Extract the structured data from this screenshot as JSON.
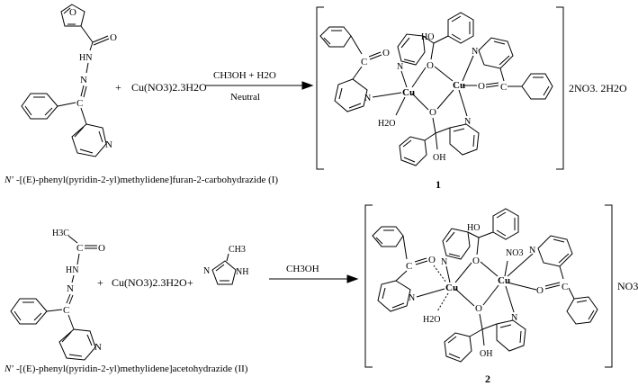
{
  "reaction1": {
    "reagent": "Cu(NO3)2.3H2O",
    "plus": "+",
    "conditions_top": "CH3OH + H2O",
    "conditions_bottom": "Neutral",
    "counter_ions": "2NO3. 2H2O",
    "product_number": "1",
    "ligand_caption_italic": "N'",
    "ligand_caption_rest": "-[(E)-phenyl(pyridin-2-yl)methylidene]furan-2-carbohydrazide (I)"
  },
  "reaction2": {
    "reagent": "Cu(NO3)2.3H2O",
    "plus1": "+",
    "plus2": "+",
    "conditions_top": "CH3OH",
    "counter_ions": "NO3",
    "product_number": "2",
    "ligand_caption_italic": "N'",
    "ligand_caption_rest": "-[(E)-phenyl(pyridin-2-yl)methylidene]acetohydrazide (II)"
  },
  "atoms": {
    "O": "O",
    "N": "N",
    "C": "C",
    "Cu": "Cu",
    "HO": "HO",
    "OH": "OH",
    "H2O": "H2O",
    "HN": "HN",
    "NH": "NH",
    "H3C": "H3C",
    "CH3": "CH3",
    "NO3": "NO3"
  }
}
